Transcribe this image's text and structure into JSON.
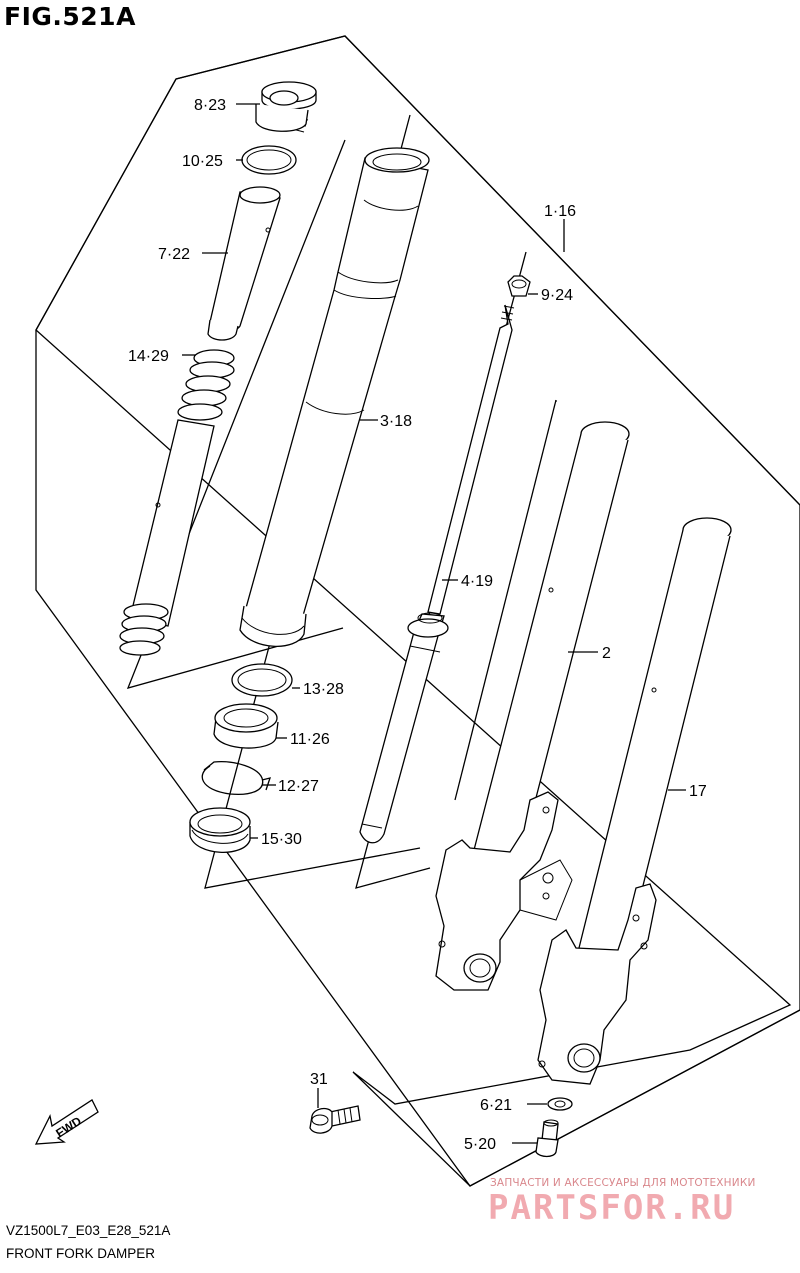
{
  "figure": {
    "title": "FIG.521A",
    "code": "VZ1500L7_E03_E28_521A",
    "name": "FRONT FORK DAMPER"
  },
  "fwd_label": "FWD",
  "watermark": {
    "small": "ЗАПЧАСТИ И АКСЕССУАРЫ ДЛЯ МОТОТЕХНИКИ",
    "big": "PARTSFOR.RU"
  },
  "callouts": {
    "c8_23": "8·23",
    "c10_25": "10·25",
    "c7_22": "7·22",
    "c14_29": "14·29",
    "c3_18": "3·18",
    "c1_16": "1·16",
    "c9_24": "9·24",
    "c4_19": "4·19",
    "c2": "2",
    "c17": "17",
    "c13_28": "13·28",
    "c11_26": "11·26",
    "c12_27": "12·27",
    "c15_30": "15·30",
    "c31": "31",
    "c6_21": "6·21",
    "c5_20": "5·20"
  },
  "colors": {
    "line": "#000000",
    "watermark_small": "#d9878c",
    "watermark_big": "#f1aab0"
  }
}
